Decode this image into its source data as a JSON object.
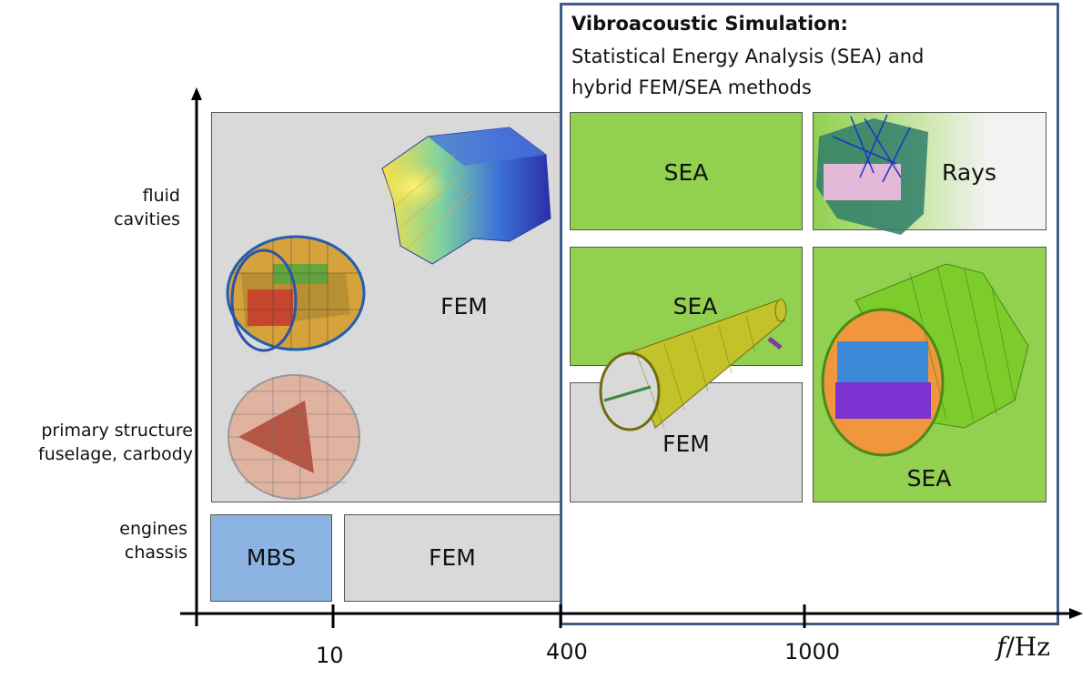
{
  "header": {
    "title": "Vibroacoustic Simulation:",
    "subtitle_line1": "Statistical Energy Analysis (SEA) and",
    "subtitle_line2": "hybrid FEM/SEA methods"
  },
  "y_axis": {
    "fluid_1": "fluid",
    "fluid_2": "cavities",
    "primary_1": "primary structure",
    "primary_2": "fuselage, carbody",
    "engines_1": "engines",
    "engines_2": "chassis"
  },
  "x_axis": {
    "ticks": [
      "10",
      "400",
      "1000"
    ],
    "unit_f": "f",
    "unit_hz": "/Hz"
  },
  "regions": {
    "fem_big": "FEM",
    "mbs": "MBS",
    "fem_low": "FEM",
    "sea_top": "SEA",
    "rays": "Rays",
    "sea_mid": "SEA",
    "fem_mid": "FEM",
    "sea_right": "SEA"
  },
  "colors": {
    "gray": "#d9d9d9",
    "green": "#92d050",
    "blue": "#8db3e2",
    "frame": "#3d5f8a"
  }
}
